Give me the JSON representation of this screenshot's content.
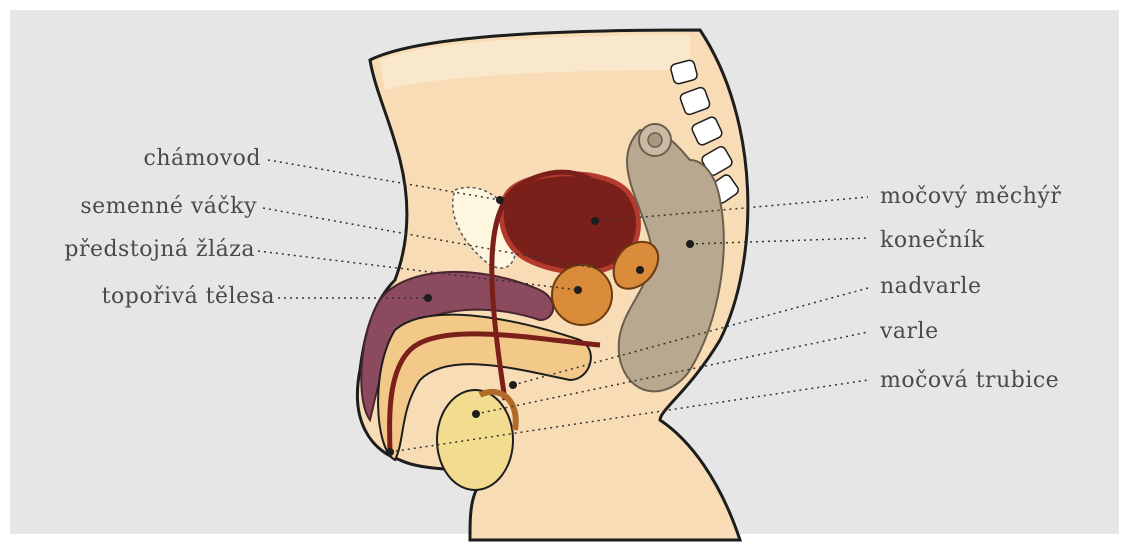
{
  "labels_left": [
    "chámovod",
    "semenné váčky",
    "předstojná žláza",
    "topořivá tělesa"
  ],
  "labels_right": [
    "močový měchýř",
    "konečník",
    "nadvarle",
    "varle",
    "močová trubice"
  ],
  "colors": {
    "background": "#e6e6e6",
    "skin": "#f7dcb5",
    "bladder": "#7a1f1a",
    "bladder_rim": "#b33a2c",
    "rectum": "#b8a890",
    "penis_tissue": "#8b4a5e",
    "testis": "#f2dc8f",
    "prostate": "#d98b3a",
    "label_text": "#4a4a4a"
  }
}
